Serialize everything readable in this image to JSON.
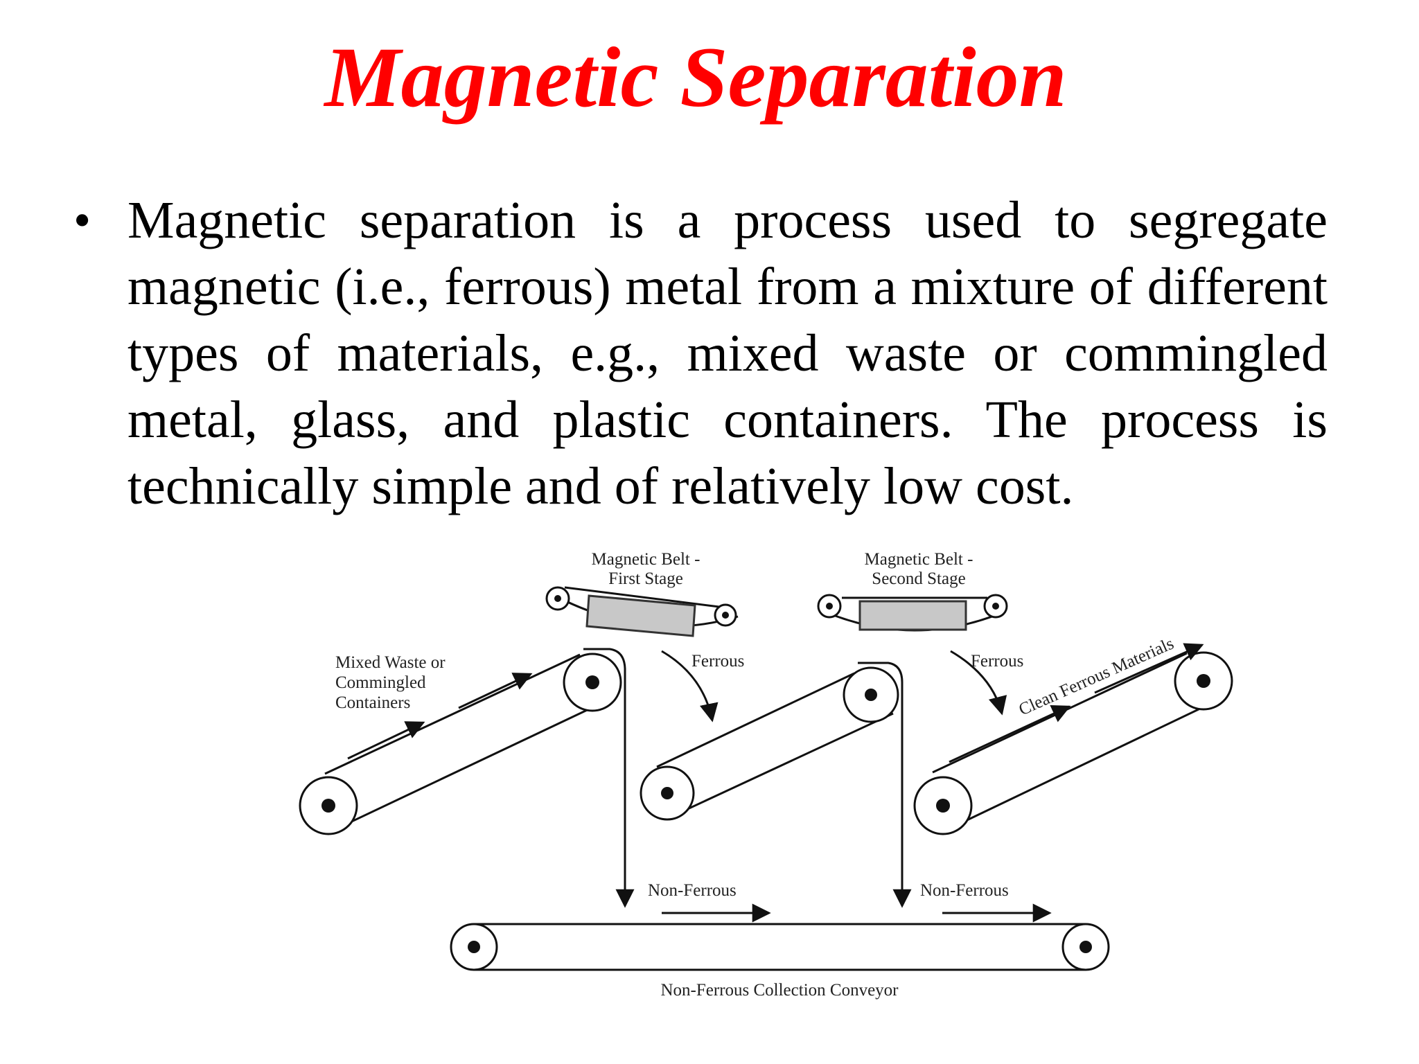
{
  "slide": {
    "title": "Magnetic Separation",
    "bullet": "•",
    "paragraph": "Magnetic separation is a process used to segregate magnetic (i.e., ferrous) metal from a mixture of different types of materials, e.g., mixed waste or commingled metal, glass, and plastic containers. The process is technically simple and of relatively low cost."
  },
  "diagram": {
    "belt1_label_line1": "Magnetic Belt -",
    "belt1_label_line2": "First Stage",
    "belt2_label_line1": "Magnetic Belt -",
    "belt2_label_line2": "Second Stage",
    "input_label_line1": "Mixed Waste or",
    "input_label_line2": "Commingled",
    "input_label_line3": "Containers",
    "ferrous_label_1": "Ferrous",
    "ferrous_label_2": "Ferrous",
    "clean_ferrous_label": "Clean Ferrous Materials",
    "nonferrous_label_1": "Non-Ferrous",
    "nonferrous_label_2": "Non-Ferrous",
    "collection_conveyor_label": "Non-Ferrous Collection Conveyor"
  }
}
